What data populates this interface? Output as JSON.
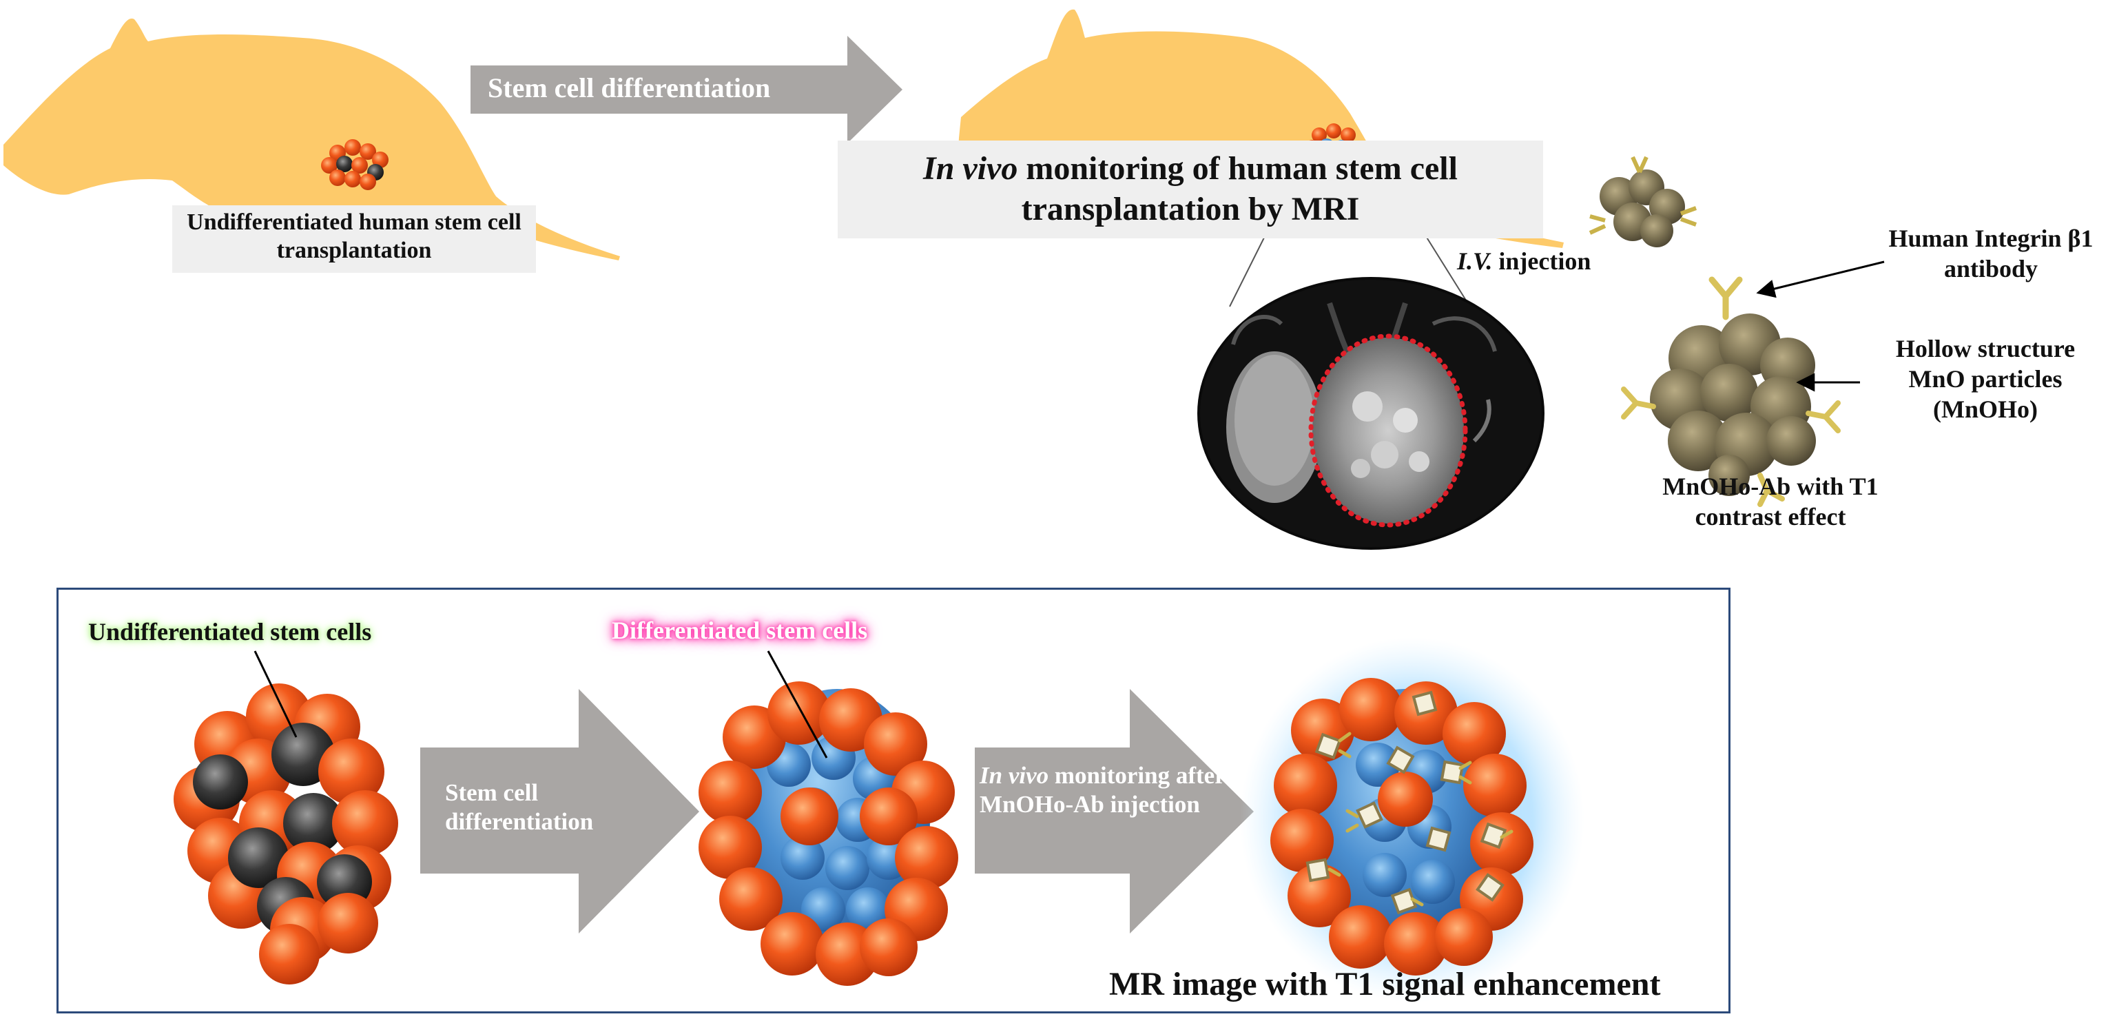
{
  "top": {
    "mouse1_label": "Undifferentiated human stem cell transplantation",
    "arrow_label": "Stem cell differentiation",
    "monitoring_italic": "In vivo",
    "monitoring_rest": " monitoring of human stem cell transplantation by MRI",
    "iv_italic": "I.V.",
    "iv_rest": " injection"
  },
  "particle": {
    "antibody_label": "Human Integrin β1 antibody",
    "hollow_label": "Hollow structure MnO particles (MnOHo)",
    "mnoho_ab_label": "MnOHo-Ab with T1 contrast effect"
  },
  "panel": {
    "undiff_label": "Undifferentiated stem cells",
    "diff_label": "Differentiated stem cells",
    "arrow1_label": "Stem cell differentiation",
    "arrow2_italic": "In vivo",
    "arrow2_rest": " monitoring after MnOHo-Ab injection",
    "mr_label": "MR image with T1 signal enhancement"
  },
  "colors": {
    "mouse": "#fdca6a",
    "arrow": "#a9a6a4",
    "cell_orange": "#f0591e",
    "cell_blue": "#4a8fd0",
    "panel_border": "#2c4a7a",
    "roi_dots": "#e0202a"
  }
}
